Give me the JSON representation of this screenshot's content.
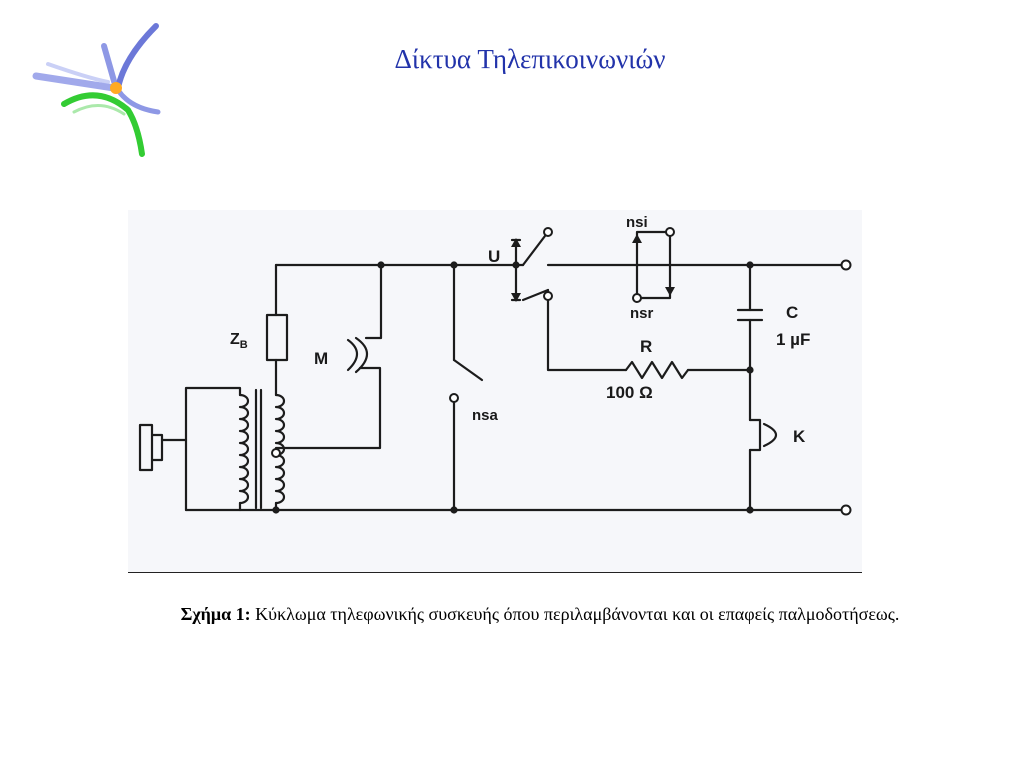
{
  "slide": {
    "title": "Δίκτυα Τηλεπικοινωνιών"
  },
  "figure": {
    "labels": {
      "u": "U",
      "nsi": "nsi",
      "nsr": "nsr",
      "c": "C",
      "c_value": "1 µF",
      "r": "R",
      "r_value": "100 Ω",
      "zb_main": "Z",
      "zb_sub": "B",
      "m": "M",
      "nsa": "nsa",
      "k": "K"
    }
  },
  "caption": {
    "prefix": "Σχήμα 1:",
    "text": " Κύκλωμα τηλεφωνικής συσκευής όπου περιλαμβάνονται και οι επαφείς παλμοδοτήσεως."
  },
  "colors": {
    "title": "#2233aa",
    "logo_blue": "#7a86e0",
    "logo_green": "#33cc33",
    "logo_orange": "#ffaa22"
  }
}
